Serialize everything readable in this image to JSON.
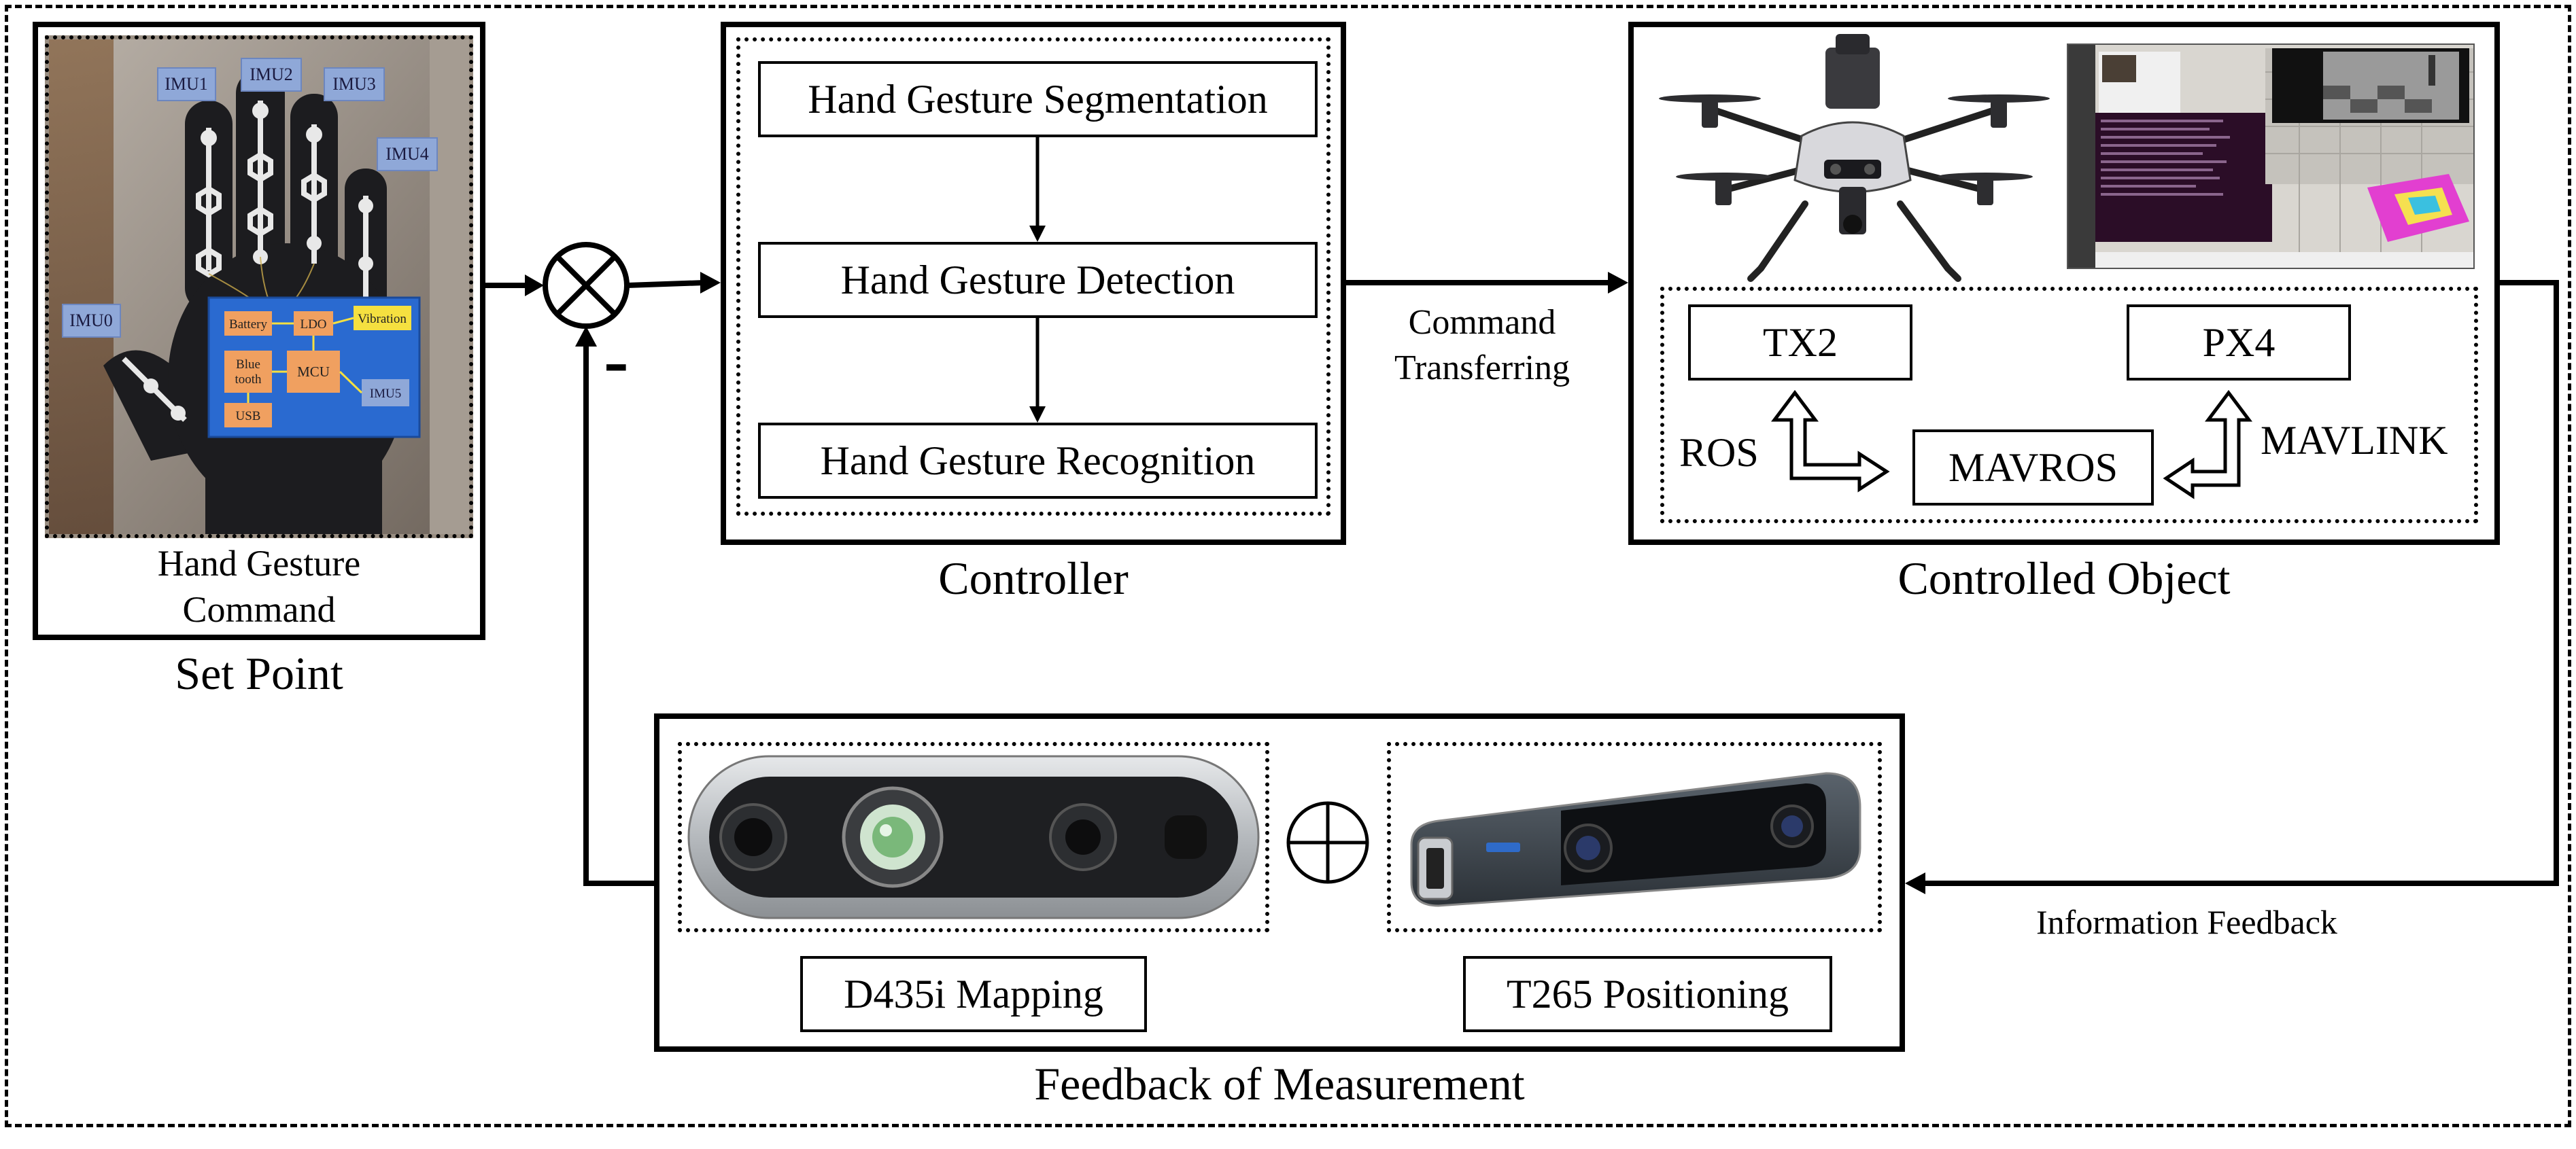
{
  "set_point": {
    "caption": "Set Point",
    "label_line1": "Hand Gesture",
    "label_line2": "Command",
    "imu_labels": [
      "IMU0",
      "IMU1",
      "IMU2",
      "IMU3",
      "IMU4",
      "IMU5"
    ],
    "board": {
      "battery": "Battery",
      "ldo": "LDO",
      "vibration": "Vibration",
      "bluetooth_line1": "Blue",
      "bluetooth_line2": "tooth",
      "mcu": "MCU",
      "usb": "USB"
    }
  },
  "controller": {
    "caption": "Controller",
    "steps": [
      "Hand Gesture Segmentation",
      "Hand Gesture Detection",
      "Hand Gesture Recognition"
    ]
  },
  "command_transfer": {
    "line1": "Command",
    "line2": "Transferring"
  },
  "minus_sign": "-",
  "controlled_object": {
    "caption": "Controlled Object",
    "tx2": "TX2",
    "px4": "PX4",
    "mavros": "MAVROS",
    "ros": "ROS",
    "mavlink": "MAVLINK"
  },
  "feedback": {
    "caption": "Feedback of Measurement",
    "info_label": "Information Feedback",
    "d435i": "D435i Mapping",
    "t265": "T265 Positioning"
  }
}
